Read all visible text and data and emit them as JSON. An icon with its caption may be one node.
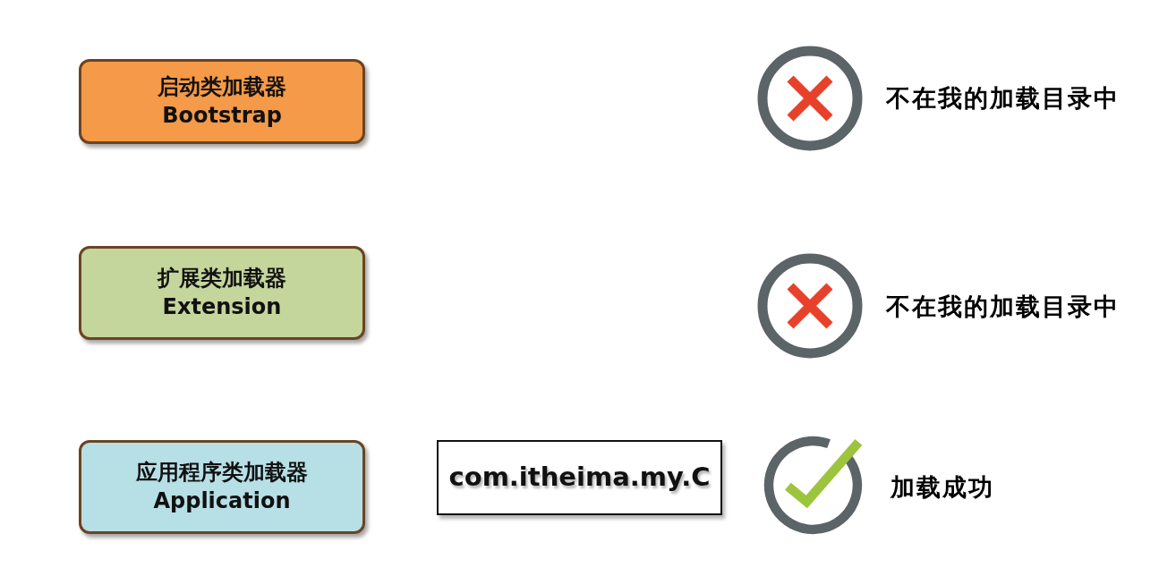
{
  "diagram": {
    "nodes": [
      {
        "text": [
          "启动类加载器",
          "Bootstrap"
        ]
      },
      {
        "text": [
          "扩展类加载器",
          "Extension"
        ]
      },
      {
        "text": [
          "应用程序类加载器",
          "Application"
        ]
      },
      {
        "text": [
          "com.itheima.my.C"
        ]
      }
    ],
    "labels": [
      "不在我的加载目录中",
      "不在我的加载目录中",
      "加载成功"
    ]
  }
}
